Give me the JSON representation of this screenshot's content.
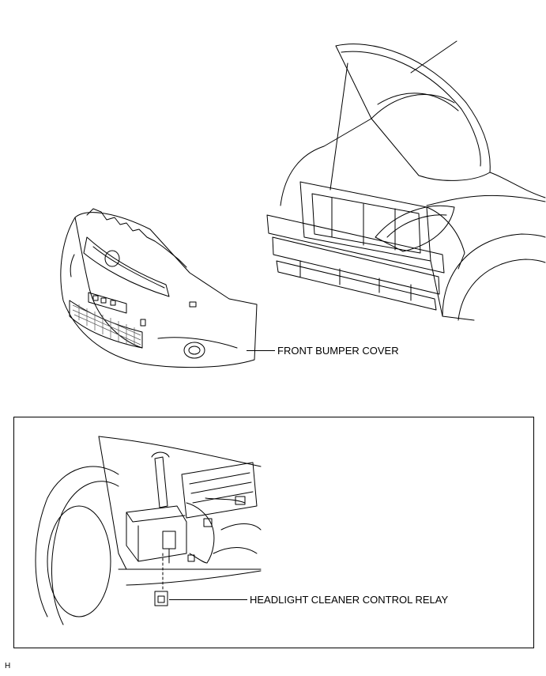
{
  "labels": {
    "front_bumper_cover": "FRONT BUMPER COVER",
    "headlight_cleaner_relay": "HEADLIGHT CLEANER CONTROL RELAY"
  },
  "figure_code": "H"
}
